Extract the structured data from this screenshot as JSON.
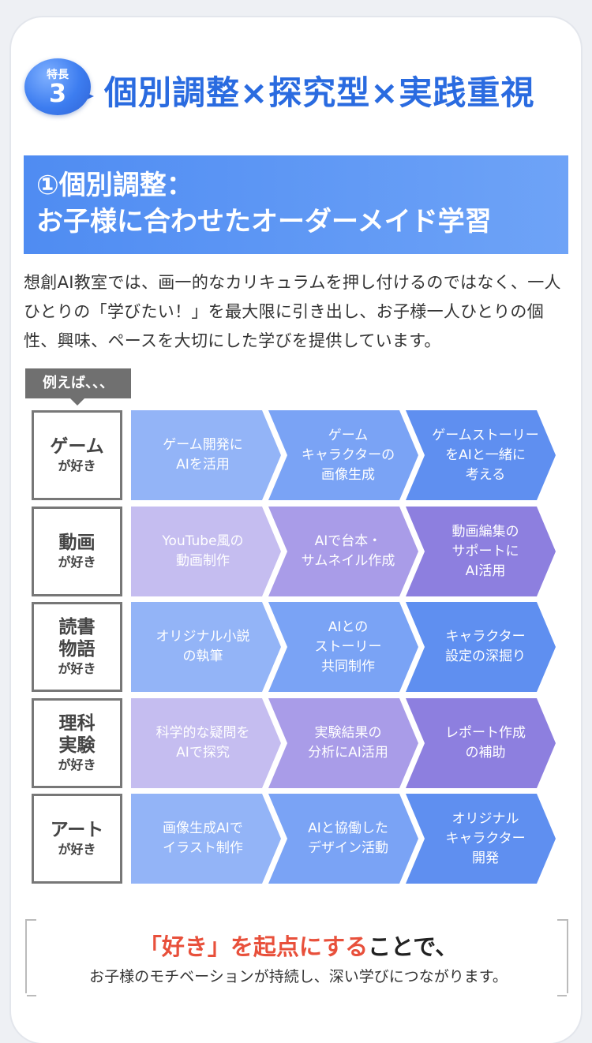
{
  "feature": {
    "badge_label": "特長",
    "badge_number": "3",
    "title": "個別調整×探究型×実践重視"
  },
  "section": {
    "heading_line1": "①個別調整：",
    "heading_line2": "お子様に合わせたオーダーメイド学習",
    "intro": "想創AI教室では、画一的なカリキュラムを押し付けるのではなく、一人ひとりの「学びたい！」を最大限に引き出し、お子様一人ひとりの個性、興味、ペースを大切にした学びを提供しています。",
    "example_tag": "例えば、、、"
  },
  "colors": {
    "blue_light": "#93b4f7",
    "blue_mid": "#7aa3f5",
    "blue_dark": "#5f8ff0",
    "purple_light": "#c5bdf0",
    "purple_mid": "#a99ce8",
    "purple_dark": "#8d7fdf"
  },
  "rows": [
    {
      "label": "ゲーム",
      "suffix": "が好き",
      "theme": "blue",
      "steps": [
        "ゲーム開発に\nAIを活用",
        "ゲーム\nキャラクターの\n画像生成",
        "ゲームストーリー\nをAIと一緒に\n考える"
      ]
    },
    {
      "label": "動画",
      "suffix": "が好き",
      "theme": "purple",
      "steps": [
        "YouTube風の\n動画制作",
        "AIで台本・\nサムネイル作成",
        "動画編集の\nサポートに\nAI活用"
      ]
    },
    {
      "label": "読書\n物語",
      "suffix": "が好き",
      "theme": "blue",
      "steps": [
        "オリジナル小説\nの執筆",
        "AIとの\nストーリー\n共同制作",
        "キャラクター\n設定の深掘り"
      ]
    },
    {
      "label": "理科\n実験",
      "suffix": "が好き",
      "theme": "purple",
      "steps": [
        "科学的な疑問を\nAIで探究",
        "実験結果の\n分析にAI活用",
        "レポート作成\nの補助"
      ]
    },
    {
      "label": "アート",
      "suffix": "が好き",
      "theme": "blue",
      "steps": [
        "画像生成AIで\nイラスト制作",
        "AIと協働した\nデザイン活動",
        "オリジナル\nキャラクター\n開発"
      ]
    }
  ],
  "closing": {
    "highlight": "「好き」を起点にする",
    "rest": "ことで、",
    "sub": "お子様のモチベーションが持続し、深い学びにつながります。"
  }
}
